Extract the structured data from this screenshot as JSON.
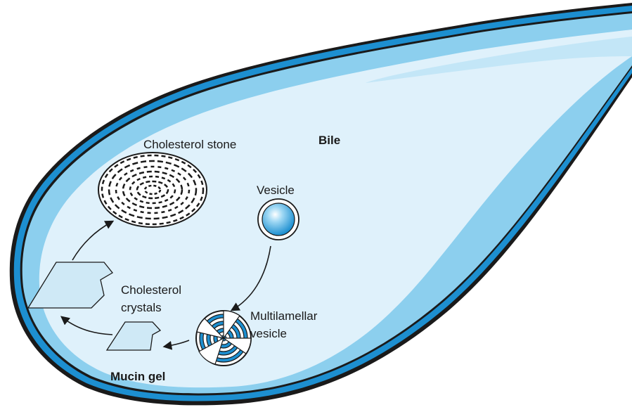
{
  "labels": {
    "bile": "Bile",
    "cholesterol_stone": "Cholesterol stone",
    "vesicle": "Vesicle",
    "cholesterol_crystals_line1": "Cholesterol",
    "cholesterol_crystals_line2": "crystals",
    "multilamellar_line1": "Multilamellar",
    "multilamellar_line2": "vesicle",
    "mucin_gel": "Mucin gel"
  },
  "colors": {
    "wall_blue": "#1d8fd0",
    "inner_blue": "#7fc7ea",
    "lumen_light": "#dff1fb",
    "crystal_fill": "#cfe9f6",
    "outline": "#1a1a1a"
  },
  "icons": {
    "stone": "dashed-stone-icon",
    "vesicle": "sphere-icon",
    "multilamellar": "layered-vesicle-icon"
  }
}
